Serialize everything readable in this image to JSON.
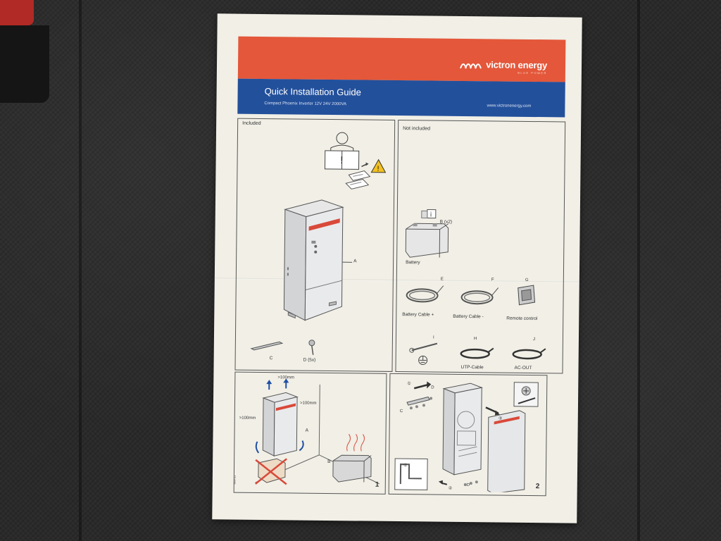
{
  "header": {
    "brand": "victron energy",
    "brand_tagline": "BLUE POWER",
    "title": "Quick Installation Guide",
    "subtitle": "Compact Phoenix Inverter 12V 24V 2000VA",
    "website": "www.victronenergy.com"
  },
  "panels": {
    "included": {
      "heading": "Included",
      "items": [
        {
          "letter": "A"
        },
        {
          "letter": "C"
        },
        {
          "letter": "D (5x)"
        }
      ]
    },
    "not_included": {
      "heading": "Not included",
      "items": [
        {
          "letter": "B (x2)",
          "name": "Battery"
        },
        {
          "letter": "E",
          "name": "Battery Cable +"
        },
        {
          "letter": "F",
          "name": "Battery Cable -"
        },
        {
          "letter": "G",
          "name": "Remote control"
        },
        {
          "letter": "I"
        },
        {
          "letter": "H",
          "name": "UTP-Cable"
        },
        {
          "letter": "J",
          "name": "AC-OUT"
        }
      ]
    },
    "step1": {
      "number": "1",
      "clearance_top": ">100mm",
      "clearance_right": ">100mm",
      "clearance_left": ">100mm",
      "label_a": "A",
      "label_b": "B"
    },
    "step2": {
      "number": "2",
      "label_c": "C",
      "label_d_top": "D",
      "label_d_bottom": "D",
      "marker_1": "①",
      "marker_2": "②",
      "marker_3": "③",
      "inset_marker": "①"
    }
  },
  "footer": {
    "rev": "Rev 01"
  },
  "colors": {
    "orange_band": "#e4573a",
    "blue_band": "#23509b",
    "paper": "#f1efe6",
    "background": "#2a2a2a"
  }
}
